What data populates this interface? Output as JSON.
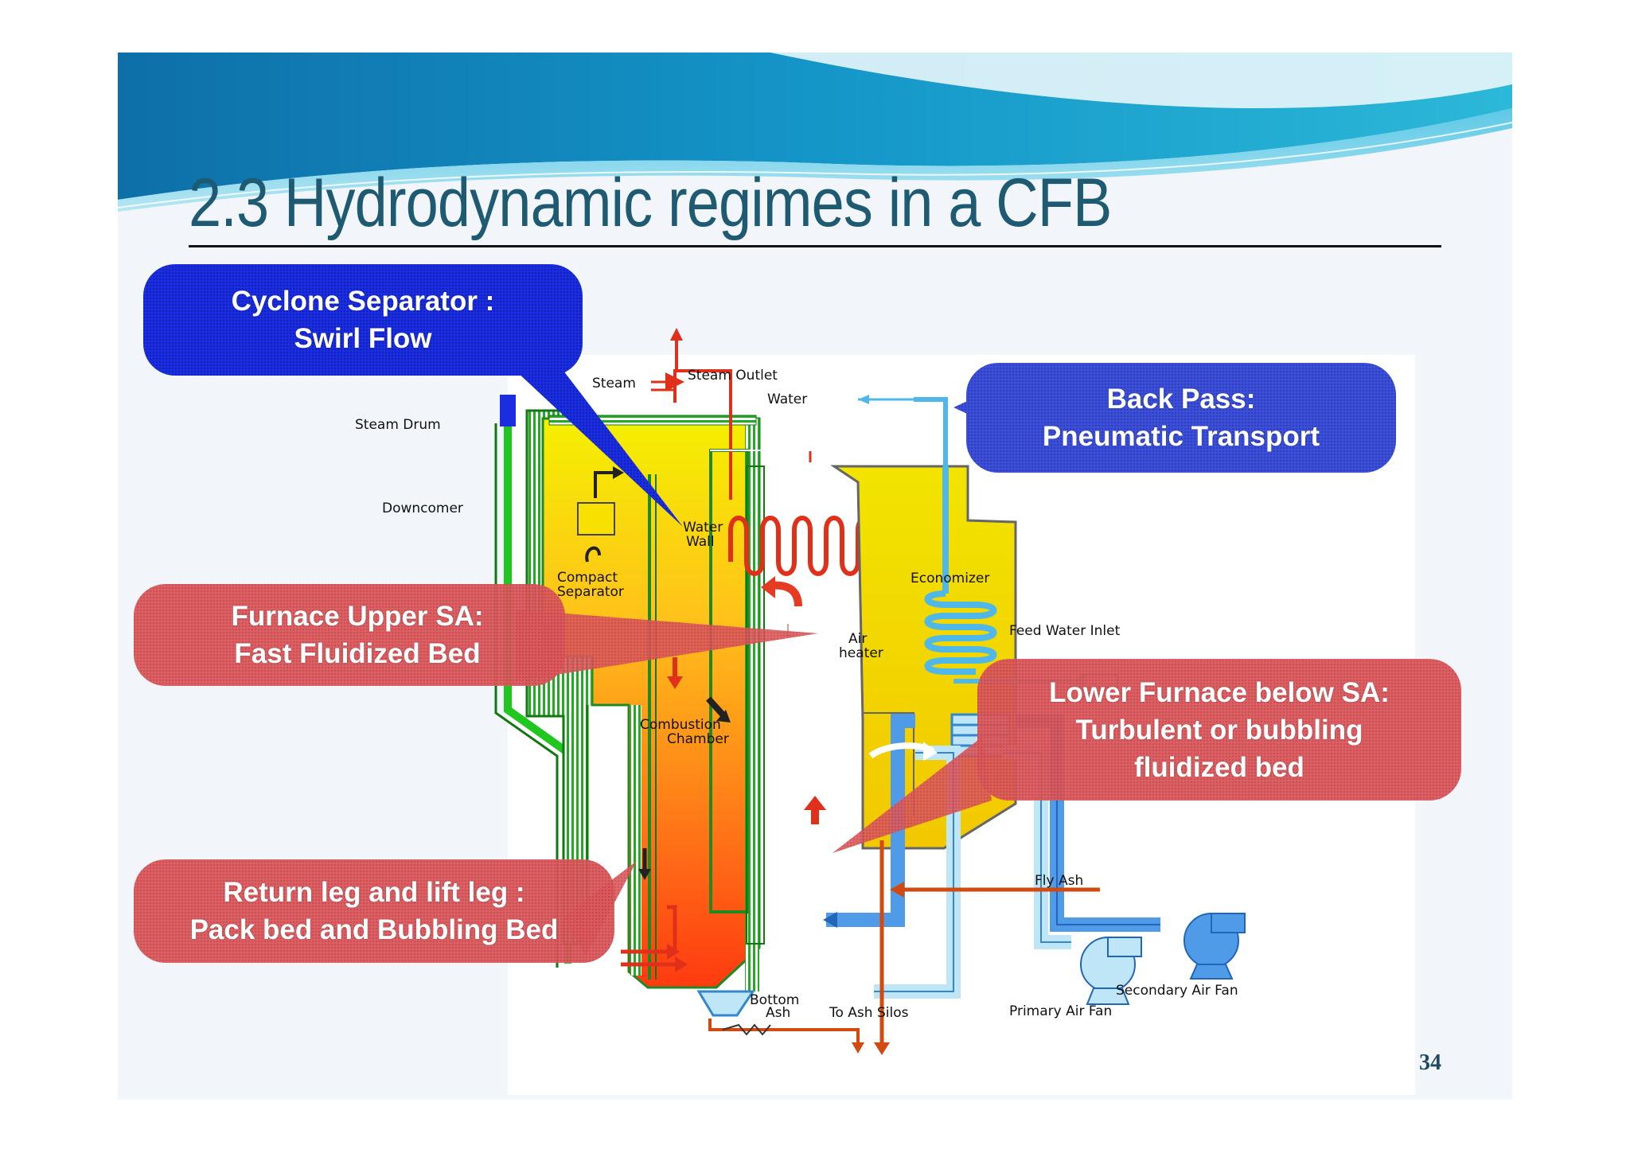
{
  "slide": {
    "title": "2.3 Hydrodynamic regimes in a CFB",
    "page_number": "34"
  },
  "colors": {
    "title": "#1e5b72",
    "callout_blue": "#1a2ee0",
    "callout_blue_light": "#3c4fd6",
    "callout_red": "#d9585c"
  },
  "callouts": {
    "cyclone": {
      "line1": "Cyclone Separator :",
      "line2": "Swirl Flow"
    },
    "backpass": {
      "line1": "Back Pass:",
      "line2": "Pneumatic Transport"
    },
    "furnace_upper": {
      "line1": "Furnace Upper SA:",
      "line2": "Fast Fluidized Bed"
    },
    "lower_furnace": {
      "line1": "Lower Furnace below SA:",
      "line2": "Turbulent or bubbling",
      "line3": "fluidized bed"
    },
    "return_leg": {
      "line1": "Return leg and lift leg :",
      "line2": "Pack bed and Bubbling Bed"
    }
  },
  "diagram_labels": {
    "steam": "Steam",
    "steam_outlet": "Steam Outlet",
    "water": "Water",
    "steam_drum": "Steam Drum",
    "downcomer": "Downcomer",
    "water_wall_1": "Water",
    "water_wall_2": "Wall",
    "compact_sep_1": "Compact",
    "compact_sep_2": "Separator",
    "economizer": "Economizer",
    "feed_water_inlet": "Feed Water Inlet",
    "air_heater_1": "Air",
    "air_heater_2": "heater",
    "combustion_1": "Combustion",
    "combustion_2": "Chamber",
    "fly_ash": "Fly Ash",
    "bottom_ash_1": "Bottom",
    "bottom_ash_2": "Ash",
    "to_ash_silos": "To Ash Silos",
    "secondary_air_fan": "Secondary Air Fan",
    "primary_air_fan": "Primary Air Fan"
  }
}
